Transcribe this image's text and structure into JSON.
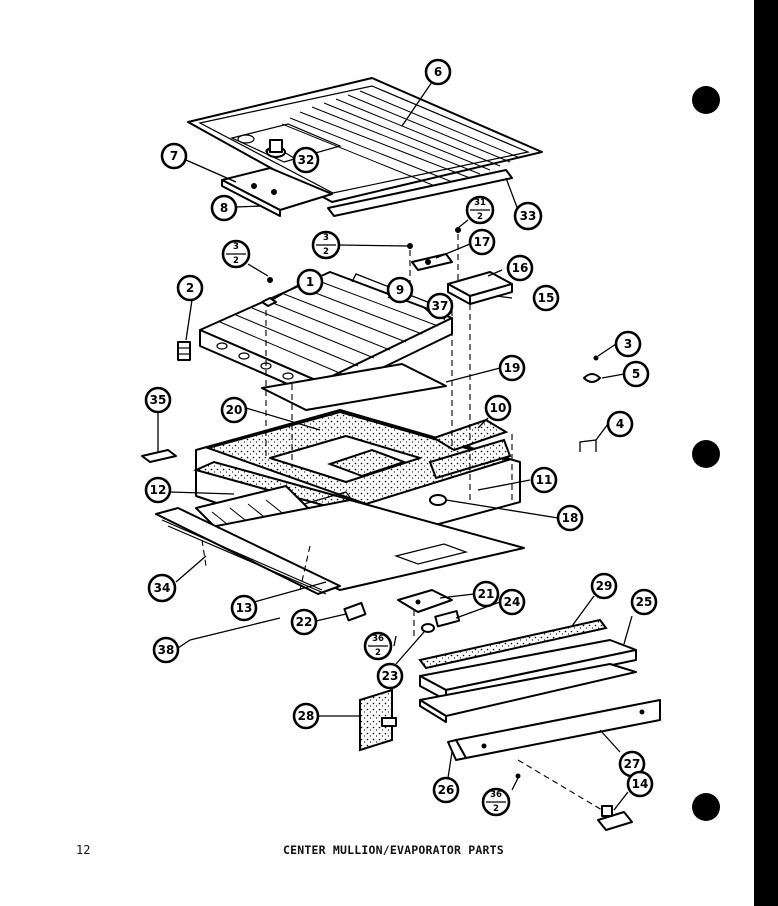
{
  "page": {
    "number": "12",
    "caption": "CENTER MULLION/EVAPORATOR PARTS"
  },
  "callouts": [
    {
      "id": "c6",
      "label": "6"
    },
    {
      "id": "c7",
      "label": "7"
    },
    {
      "id": "c8",
      "label": "8"
    },
    {
      "id": "c32",
      "label": "32"
    },
    {
      "id": "c33",
      "label": "33"
    },
    {
      "id": "c17",
      "label": "17"
    },
    {
      "id": "c16",
      "label": "16"
    },
    {
      "id": "c15",
      "label": "15"
    },
    {
      "id": "c1",
      "label": "1"
    },
    {
      "id": "c2",
      "label": "2"
    },
    {
      "id": "c9",
      "label": "9"
    },
    {
      "id": "c37",
      "label": "37"
    },
    {
      "id": "c3",
      "label": "3"
    },
    {
      "id": "c5",
      "label": "5"
    },
    {
      "id": "c19",
      "label": "19"
    },
    {
      "id": "c35",
      "label": "35"
    },
    {
      "id": "c20",
      "label": "20"
    },
    {
      "id": "c10",
      "label": "10"
    },
    {
      "id": "c4",
      "label": "4"
    },
    {
      "id": "c11",
      "label": "11"
    },
    {
      "id": "c12",
      "label": "12"
    },
    {
      "id": "c18",
      "label": "18"
    },
    {
      "id": "c34",
      "label": "34"
    },
    {
      "id": "c13",
      "label": "13"
    },
    {
      "id": "c21",
      "label": "21"
    },
    {
      "id": "c24",
      "label": "24"
    },
    {
      "id": "c29",
      "label": "29"
    },
    {
      "id": "c25",
      "label": "25"
    },
    {
      "id": "c38",
      "label": "38"
    },
    {
      "id": "c22",
      "label": "22"
    },
    {
      "id": "c23",
      "label": "23"
    },
    {
      "id": "c28",
      "label": "28"
    },
    {
      "id": "c27",
      "label": "27"
    },
    {
      "id": "c26",
      "label": "26"
    },
    {
      "id": "c14",
      "label": "14"
    }
  ],
  "fractions": [
    {
      "id": "f3a",
      "top": "3",
      "bottom": "2"
    },
    {
      "id": "f3b",
      "top": "3",
      "bottom": "2"
    },
    {
      "id": "f31",
      "top": "31",
      "bottom": "2"
    },
    {
      "id": "f36a",
      "top": "36",
      "bottom": "2"
    },
    {
      "id": "f36b",
      "top": "36",
      "bottom": "2"
    }
  ]
}
